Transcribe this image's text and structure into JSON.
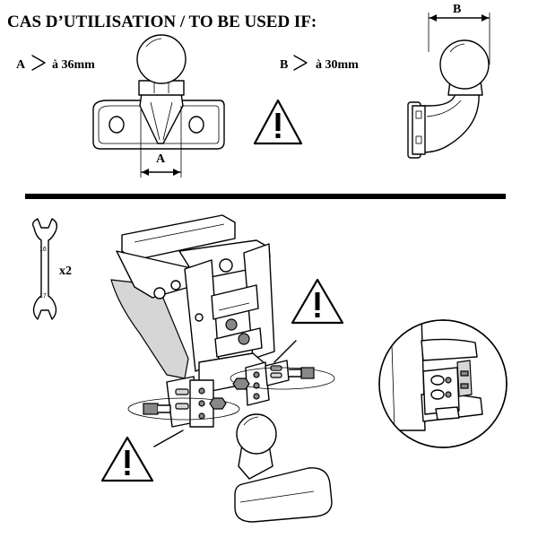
{
  "header": {
    "title": "CAS D’UTILISATION / TO BE USED IF:"
  },
  "conditions": [
    {
      "letter": "A",
      "text": "à 36mm"
    },
    {
      "letter": "B",
      "text": "à 30mm"
    }
  ],
  "dimensions": {
    "a_label": "A",
    "b_label": "B"
  },
  "tool": {
    "size_top": "16",
    "size_bottom": "17",
    "quantity": "x2"
  },
  "colors": {
    "line": "#000000",
    "shade": "#d6d6d6",
    "background": "#ffffff"
  }
}
